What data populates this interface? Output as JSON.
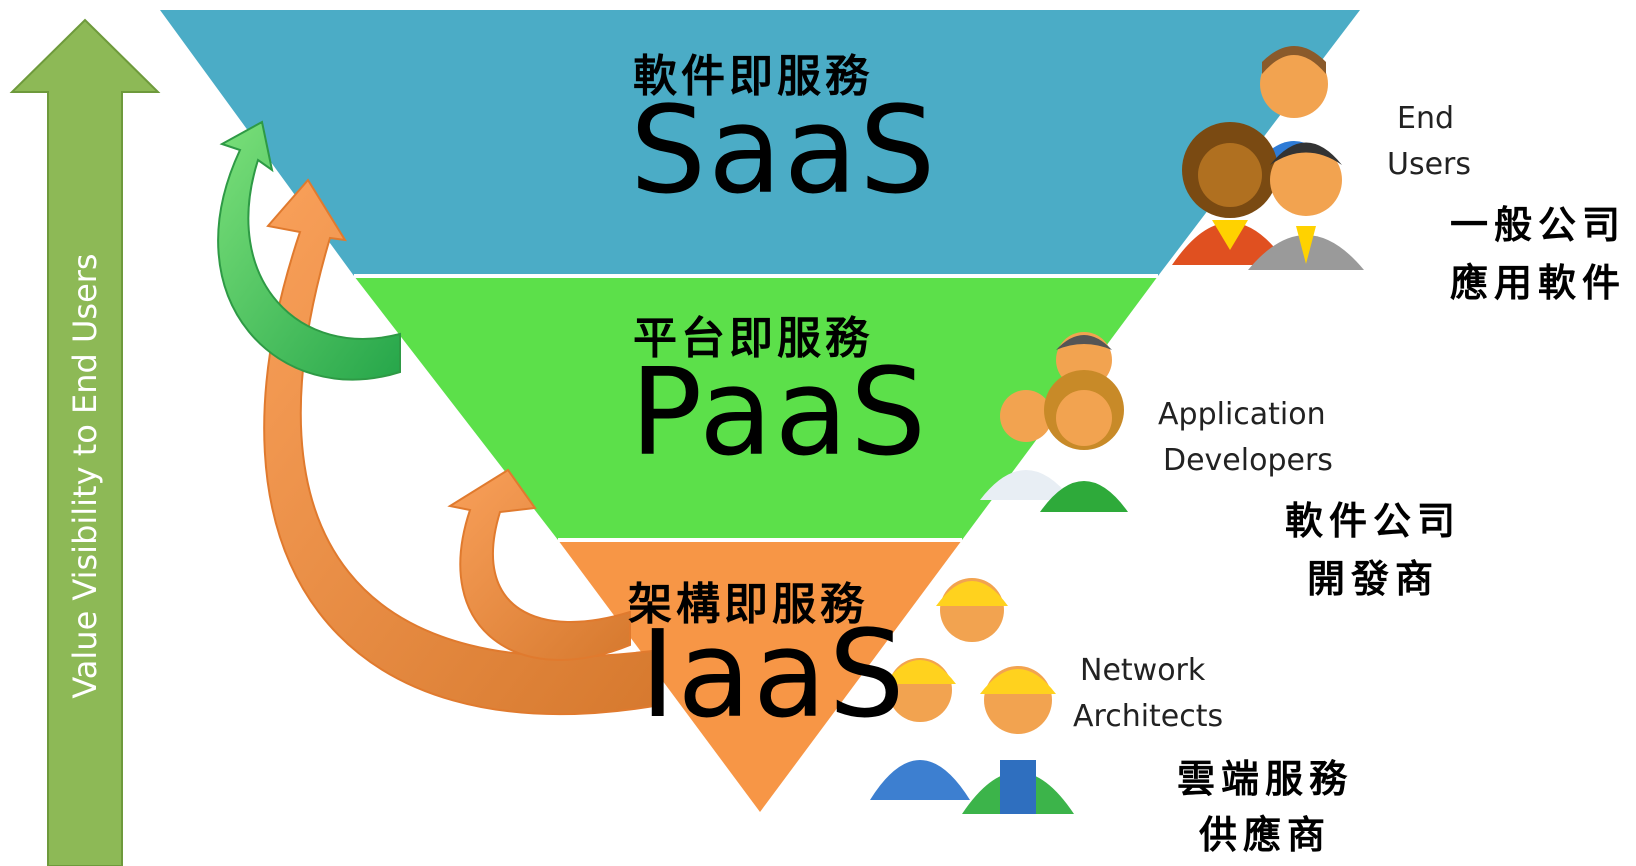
{
  "axis": {
    "label": "Value Visibility to End Users"
  },
  "tiers": [
    {
      "id": "saas",
      "cn": "軟件即服務",
      "en": "SaaS",
      "color": "#4BACC6"
    },
    {
      "id": "paas",
      "cn": "平台即服務",
      "en": "PaaS",
      "color": "#5CE04A"
    },
    {
      "id": "iaas",
      "cn": "架構即服務",
      "en": "IaaS",
      "color": "#F79646"
    }
  ],
  "roles": [
    {
      "id": "end-users",
      "line1": "End",
      "line2": "Users",
      "cn1": "一般公司",
      "cn2": "應用軟件"
    },
    {
      "id": "app-devs",
      "line1": "Application",
      "line2": "Developers",
      "cn1": "軟件公司",
      "cn2": "開發商"
    },
    {
      "id": "net-arch",
      "line1": "Network",
      "line2": "Architects",
      "cn1": "雲端服務",
      "cn2": "供應商"
    }
  ],
  "colors": {
    "arrow_green": "#8DB956",
    "curve_green": "#2EB84A",
    "curve_orange": "#F79646"
  }
}
